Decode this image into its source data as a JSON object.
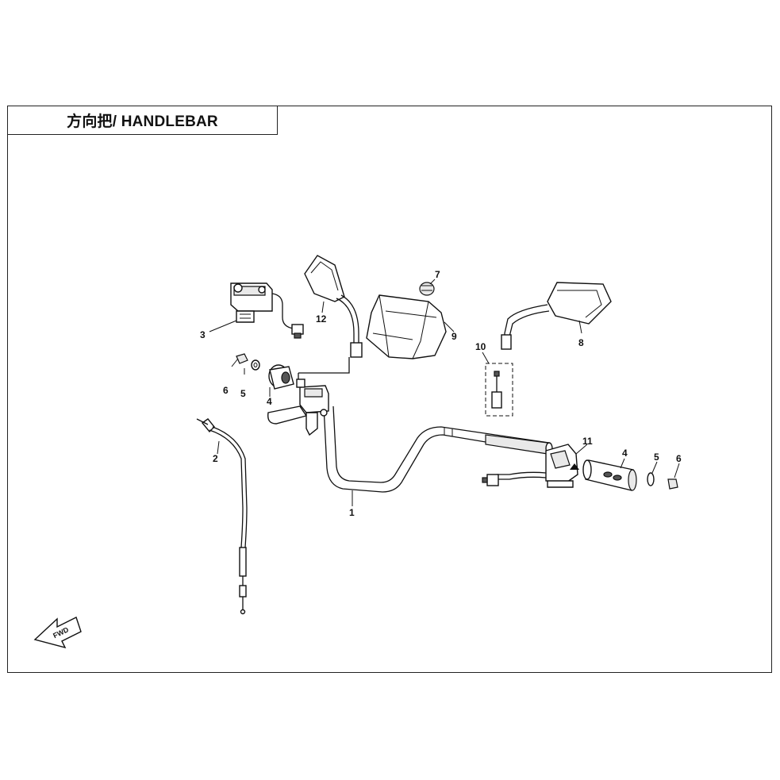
{
  "title": "方向把/ HANDLEBAR",
  "fwd_label": "FWD",
  "callouts": [
    {
      "id": "1",
      "part": "handlebar"
    },
    {
      "id": "2",
      "part": "cable"
    },
    {
      "id": "3",
      "part": "brake-master-cylinder"
    },
    {
      "id": "4",
      "part": "grip-left"
    },
    {
      "id": "5",
      "part": "washer-left"
    },
    {
      "id": "6",
      "part": "bolt-left"
    },
    {
      "id": "7",
      "part": "cap"
    },
    {
      "id": "8",
      "part": "mirror-right"
    },
    {
      "id": "9",
      "part": "handlebar-cover"
    },
    {
      "id": "10",
      "part": "connector"
    },
    {
      "id": "11",
      "part": "switch-assembly"
    },
    {
      "id": "12",
      "part": "mirror-left"
    },
    {
      "id": "4",
      "part": "grip-right"
    },
    {
      "id": "5",
      "part": "washer-right"
    },
    {
      "id": "6",
      "part": "bolt-right"
    }
  ]
}
